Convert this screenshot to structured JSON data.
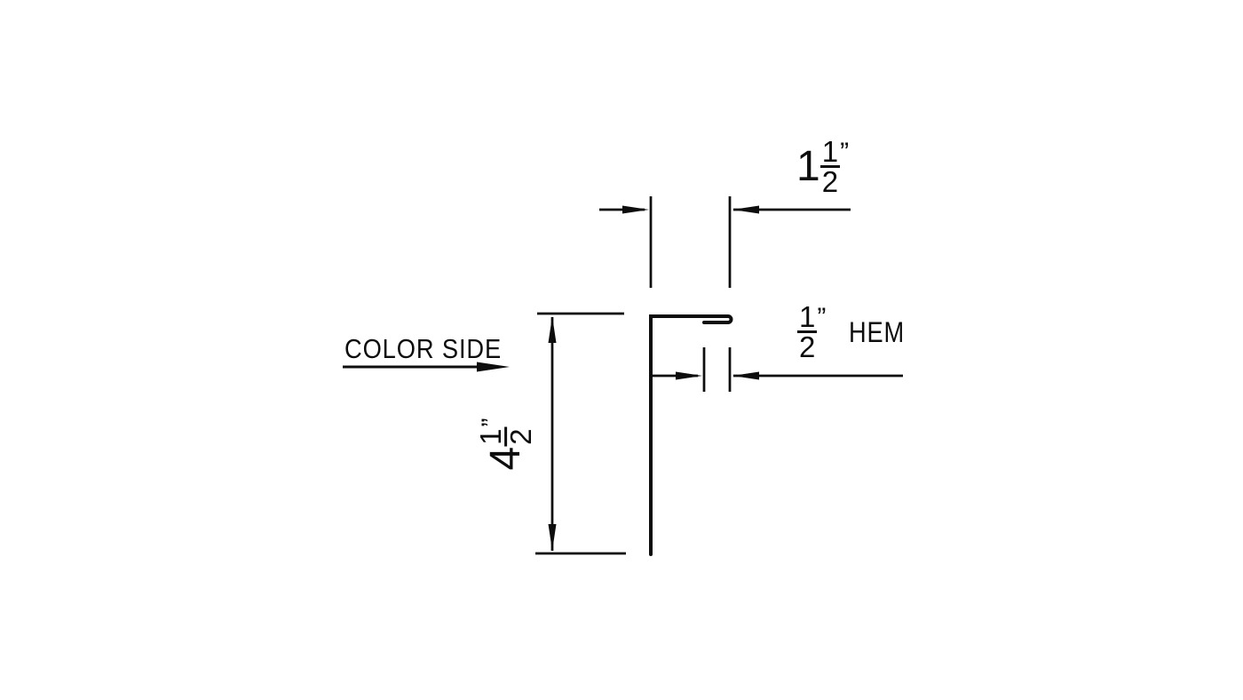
{
  "drawing": {
    "background_color": "#ffffff",
    "line_color": "#0d0d0d",
    "color_side_label": "COLOR SIDE",
    "dim_top_width": {
      "whole": "1",
      "frac_numerator": "1",
      "frac_denominator": "2",
      "unit_mark": "”"
    },
    "dim_hem": {
      "frac_numerator": "1",
      "frac_denominator": "2",
      "unit_mark": "”",
      "suffix": "HEM"
    },
    "dim_height": {
      "whole": "4",
      "frac_numerator": "1",
      "frac_denominator": "2",
      "unit_mark": "”"
    }
  }
}
